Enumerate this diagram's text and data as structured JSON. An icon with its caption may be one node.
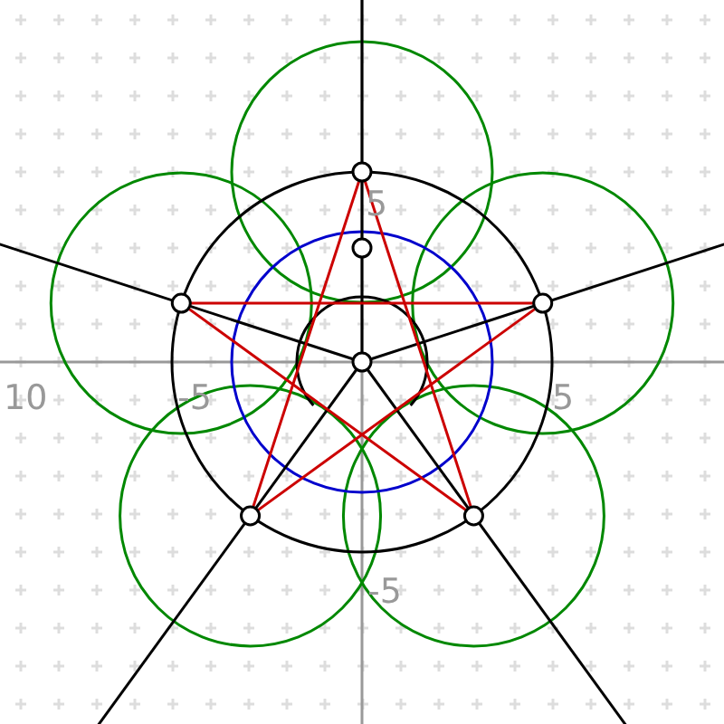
{
  "diagram": {
    "labels": [
      "5",
      "10",
      "-5",
      "5",
      "-5"
    ]
  }
}
